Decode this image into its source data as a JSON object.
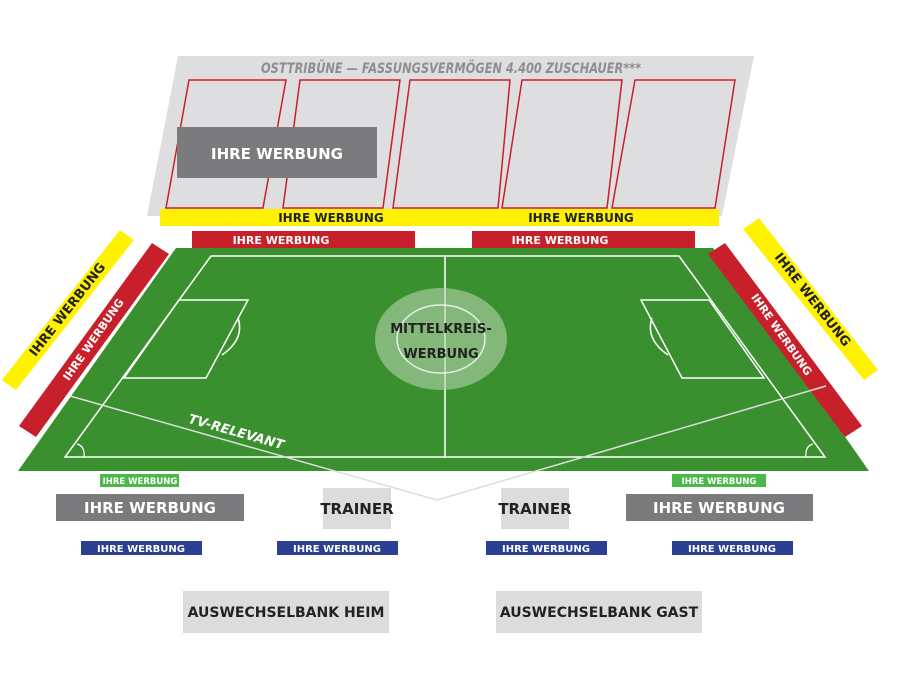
{
  "stand": {
    "title": "OSTTRIBÜNE — FASSUNGSVERMÖGEN 4.400 ZUSCHAUER***",
    "ad_label": "IHRE WERBUNG"
  },
  "banners": {
    "top_yellow_left": "IHRE WERBUNG",
    "top_yellow_right": "IHRE WERBUNG",
    "top_red_left": "IHRE WERBUNG",
    "top_red_right": "IHRE WERBUNG",
    "left_yellow": "IHRE WERBUNG",
    "left_red": "IHRE WERBUNG",
    "right_yellow": "IHRE WERBUNG",
    "right_red": "IHRE WERBUNG",
    "bottom_green_left": "IHRE WERBUNG",
    "bottom_green_right": "IHRE WERBUNG",
    "bottom_gray_left": "IHRE WERBUNG",
    "bottom_gray_right": "IHRE WERBUNG",
    "blue_1": "IHRE WERBUNG",
    "blue_2": "IHRE WERBUNG",
    "blue_3": "IHRE WERBUNG",
    "blue_4": "IHRE WERBUNG"
  },
  "pitch": {
    "center_line1": "MITTELKREIS-",
    "center_line2": "WERBUNG",
    "tv_label": "TV-RELEVANT"
  },
  "benches": {
    "trainer_home": "TRAINER",
    "trainer_away": "TRAINER",
    "bench_home": "AUSWECHSELBANK HEIM",
    "bench_away": "AUSWECHSELBANK GAST"
  },
  "colors": {
    "pitch": "#3a8f2e",
    "yellow": "#fff200",
    "red": "#c8202a",
    "gray": "#7b7b7d",
    "stand": "#dedee0",
    "blue": "#2b3f93",
    "green_strip": "#4cb84a",
    "bench": "#dcdcde"
  }
}
